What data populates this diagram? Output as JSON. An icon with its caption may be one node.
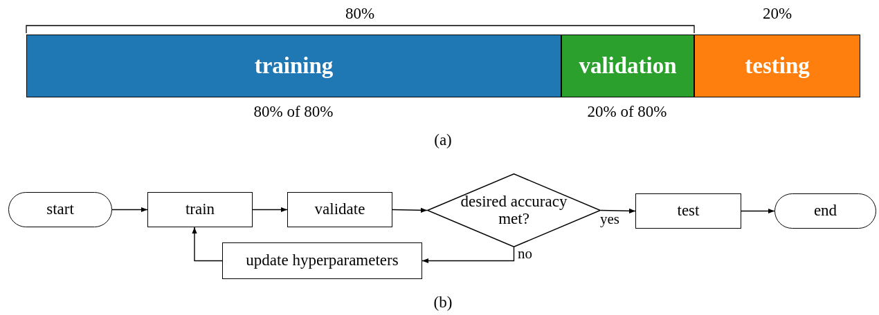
{
  "diagram": {
    "nodes": [
      {
        "text": [
          "training"
        ],
        "beside": [
          "80% of 80%"
        ]
      },
      {
        "text": [
          "validation"
        ],
        "beside": [
          "20% of 80%"
        ]
      },
      {
        "text": [
          "testing"
        ],
        "beside": [
          "20%"
        ]
      },
      {
        "text": [
          "start"
        ]
      },
      {
        "text": [
          "train"
        ]
      },
      {
        "text": [
          "validate"
        ]
      },
      {
        "text": [
          "desired accuracy met?"
        ]
      },
      {
        "text": [
          "test"
        ]
      },
      {
        "text": [
          "end"
        ]
      },
      {
        "text": [
          "update hyperparameters"
        ]
      }
    ],
    "edges": [
      {
        "from": 3,
        "to": 4,
        "arrow": "to"
      },
      {
        "from": 4,
        "to": 5,
        "arrow": "to"
      },
      {
        "from": 5,
        "to": 6,
        "arrow": "to"
      },
      {
        "from": 6,
        "to": 7,
        "arrow": "to",
        "label": "yes"
      },
      {
        "from": 7,
        "to": 8,
        "arrow": "to"
      },
      {
        "from": 6,
        "to": 9,
        "arrow": "to",
        "label": "no"
      },
      {
        "from": 9,
        "to": 4,
        "arrow": "to"
      }
    ],
    "labels": [
      "80%",
      "(a)",
      "(b)"
    ]
  }
}
